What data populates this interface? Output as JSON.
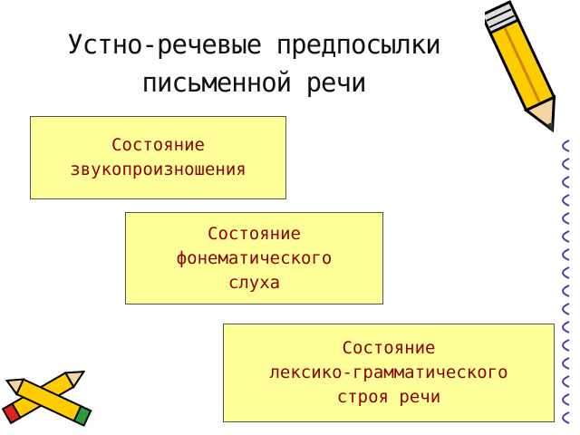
{
  "title": {
    "line1": "Устно-речевые предпосылки",
    "line2": "письменной речи"
  },
  "cards": [
    {
      "line1": "Состояние",
      "line2": "звукопроизношения"
    },
    {
      "line1": "Состояние",
      "line2": "фонематического",
      "line3": "слуха"
    },
    {
      "line1": "Состояние",
      "line2": "лексико-грамматического",
      "line3": "строя речи"
    }
  ],
  "decorations": {
    "icons": [
      "pencil-icon",
      "coil-binding-icon",
      "crossed-pencils-icon"
    ],
    "colors": {
      "pencil_body": "#ffcc00",
      "card_fill": "#ffff99",
      "card_text": "#8b0000",
      "binding": "#5533aa"
    }
  }
}
